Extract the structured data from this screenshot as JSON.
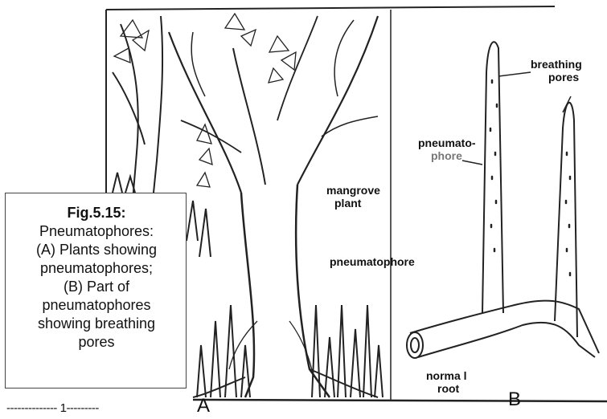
{
  "labels": {
    "mangrove": [
      "mangrove",
      "plant"
    ],
    "pneumatophore_a": "pneumatophore",
    "pneumatophore_b": [
      "pneumato-",
      "phore"
    ],
    "breathing": [
      "breathing",
      "pores"
    ],
    "normal_root": [
      "norma l",
      "root"
    ],
    "panel_a": "A",
    "panel_b": "B"
  },
  "caption": {
    "title": "Fig.5.15:",
    "lines": [
      "Pneumatophores:",
      "(A) Plants showing",
      "pneumatophores;",
      "(B) Part of",
      "pneumatophores",
      "showing breathing",
      "pores"
    ]
  },
  "footer": "-------------- 1---------"
}
